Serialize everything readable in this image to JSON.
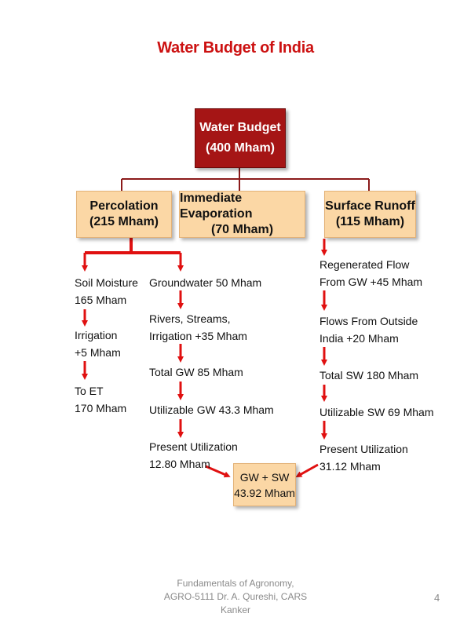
{
  "title": "Water Budget of India",
  "root": {
    "line1": "Water Budget",
    "line2": "(400 Mham)"
  },
  "percolation": {
    "line1": "Percolation",
    "line2": "(215 Mham)"
  },
  "evaporation": {
    "line1": "Immediate Evaporation",
    "line2": "(70 Mham)"
  },
  "runoff": {
    "line1": "Surface Runoff",
    "line2": "(115 Mham)"
  },
  "soil": {
    "s1": "Soil Moisture",
    "s1b": "165 Mham",
    "s2": "Irrigation",
    "s2b": "+5 Mham",
    "s3": "To ET",
    "s3b": "170 Mham"
  },
  "gw": {
    "s1": "Groundwater 50 Mham",
    "s2": "Rivers, Streams,",
    "s2b": "Irrigation +35 Mham",
    "s3": "Total GW 85 Mham",
    "s4": "Utilizable GW 43.3 Mham",
    "s5": "Present Utilization",
    "s5b": "12.80 Mham"
  },
  "sw": {
    "s1": "Regenerated Flow",
    "s1b": "From GW +45 Mham",
    "s2": "Flows From Outside",
    "s2b": "India +20 Mham",
    "s3": "Total SW 180 Mham",
    "s4": "Utilizable SW 69 Mham",
    "s5": "Present Utilization",
    "s5b": "31.12 Mham"
  },
  "total": {
    "line1": "GW + SW",
    "line2": "43.92 Mham"
  },
  "footer": {
    "line1": "Fundamentals of Agronomy,",
    "line2": "AGRO-5111   Dr. A. Qureshi, CARS",
    "line3": "Kanker"
  },
  "page_number": "4",
  "colors": {
    "title": "#cc1111",
    "root_box": "#a51515",
    "sub_box": "#fbd7a5",
    "arrow": "#e01010",
    "connector": "#8b1a1a"
  }
}
